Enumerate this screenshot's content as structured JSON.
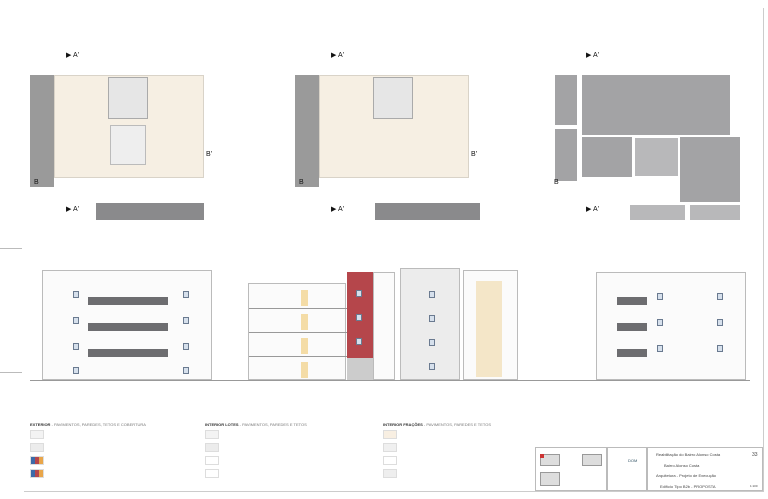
{
  "markers": {
    "a": "A'",
    "b": "B",
    "b_prime": "B'"
  },
  "legend": [
    {
      "title": "EXTERIOR",
      "subtitle": " - PAVIMENTOS, PAREDES, TETOS E COBERTURA"
    },
    {
      "title": "INTERIOR LOTES",
      "subtitle": " - PAVIMENTOS, PAREDES E TETOS"
    },
    {
      "title": "INTERIOR FRAÇÕES",
      "subtitle": " - PAVIMENTOS, PAREDES E TETOS"
    }
  ],
  "title_block": {
    "project": "Reabilitação do Bairro Alonso Costa",
    "location": "Bairro Alonso Costa",
    "phase": "Arquitetura - Projeto de Execução",
    "drawing": "Edifício Tipo B2b - PROPOSTA",
    "sheet_number": "33",
    "scale": "1:100",
    "logo_text": "DOM"
  },
  "colors": {
    "floor": "#f6efe3",
    "roof": "#a3a3a5",
    "facade_red": "#b5464b",
    "window": "#d6e0ec",
    "balcony": "#6d6d70"
  }
}
